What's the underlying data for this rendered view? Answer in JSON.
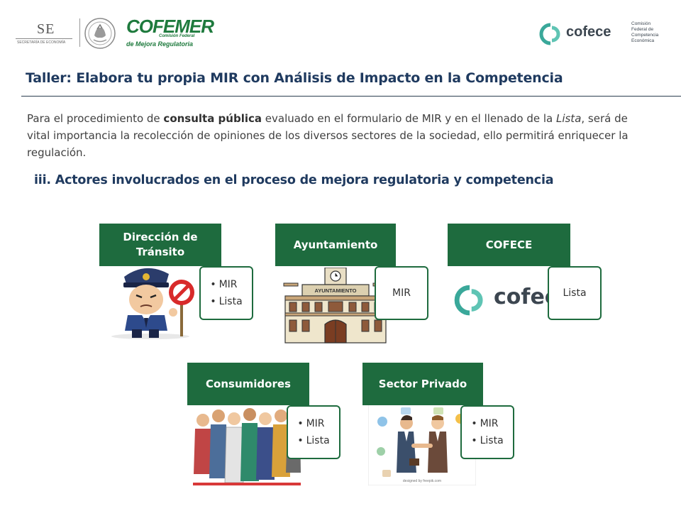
{
  "header": {
    "se_logo": {
      "abbr": "SE",
      "subtitle": "SECRETARÍA DE ECONOMÍA"
    },
    "cofemer_logo": {
      "main": "COFEMER",
      "sub1": "Comisión Federal",
      "sub2": "de Mejora Regulatoria"
    },
    "cofece_logo": {
      "word": "cofece",
      "full": [
        "Comisión",
        "Federal de",
        "Competencia",
        "Económica"
      ]
    }
  },
  "title": "Taller: Elabora tu propia MIR con Análisis de Impacto en la Competencia",
  "intro": {
    "part1": "Para el procedimiento de ",
    "bold": "consulta pública",
    "part2": " evaluado en el formulario de MIR y en el llenado de la ",
    "italic": "Lista",
    "part3": ", será de vital importancia la recolección de opiniones de los diversos sectores de la sociedad, ello permitirá enriquecer la regulación."
  },
  "section_title": "iii. Actores involucrados en el proceso de mejora regulatoria y competencia",
  "actors": [
    {
      "label": "Dirección de Tránsito",
      "items": [
        "MIR",
        "Lista"
      ],
      "icon": "traffic-officer-icon"
    },
    {
      "label": "Ayuntamiento",
      "items": [
        "MIR"
      ],
      "icon": "town-hall-icon",
      "building_sign": "AYUNTAMIENTO"
    },
    {
      "label": "COFECE",
      "items": [
        "Lista"
      ],
      "icon": "cofece-logo-icon",
      "logo_word": "cofece"
    },
    {
      "label": "Consumidores",
      "items": [
        "MIR",
        "Lista"
      ],
      "icon": "crowd-icon"
    },
    {
      "label": "Sector Privado",
      "items": [
        "MIR",
        "Lista"
      ],
      "icon": "business-handshake-icon",
      "credit": "designed by freepik.com"
    }
  ],
  "colors": {
    "accent_green": "#1e6b3e",
    "title_blue": "#1f3a5f",
    "cofece_teal": "#3aa89a"
  }
}
